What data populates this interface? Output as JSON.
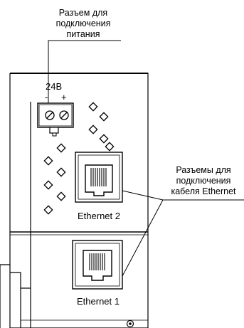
{
  "labels": {
    "power_connector": [
      "Разъем для",
      "подключения",
      "питания"
    ],
    "ethernet_connectors": [
      "Разъемы для",
      "подключения",
      "кабеля Ethernet"
    ]
  },
  "terminal": {
    "voltage": "24В",
    "minus": "-",
    "plus": "+"
  },
  "ports": {
    "upper": "Ethernet 2",
    "lower": "Ethernet 1"
  }
}
